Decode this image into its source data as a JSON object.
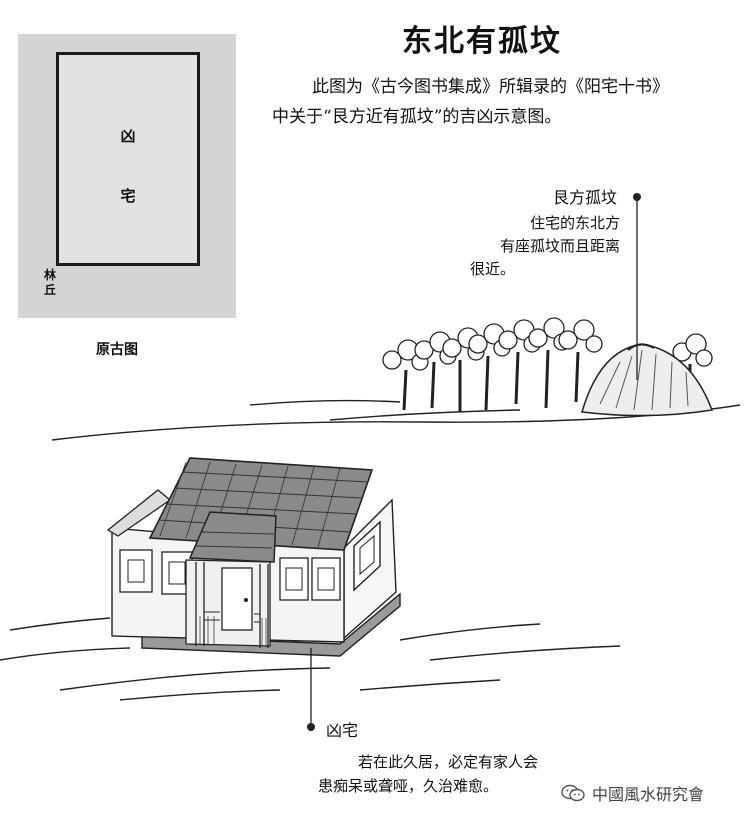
{
  "title": "东北有孤坟",
  "intro": {
    "line1": "此图为《古今图书集成》所辑录的《阳宅十书》",
    "line2": "中关于“艮方近有孤坟”的吉凶示意图。"
  },
  "original_map": {
    "center_top": "凶",
    "center_bottom": "宅",
    "footer_line1": "林",
    "footer_line2": "丘",
    "caption": "原古图"
  },
  "grave": {
    "label": "艮方孤坟",
    "desc_line1": "住宅的东北方",
    "desc_line2": "有座孤坟而且距离",
    "desc_line3": "很近。"
  },
  "house": {
    "label": "凶宅",
    "desc_line1": "若在此久居，必定有家人会",
    "desc_line2": "患痴呆或聋哑，久治难愈。"
  },
  "watermark": {
    "text": "中國風水研究會",
    "icon": "wechat-icon"
  },
  "colors": {
    "ink": "#111111",
    "wall": "#f2f2f2",
    "roof": "#8a8a8a",
    "map_bg": "#d4d4d4"
  }
}
